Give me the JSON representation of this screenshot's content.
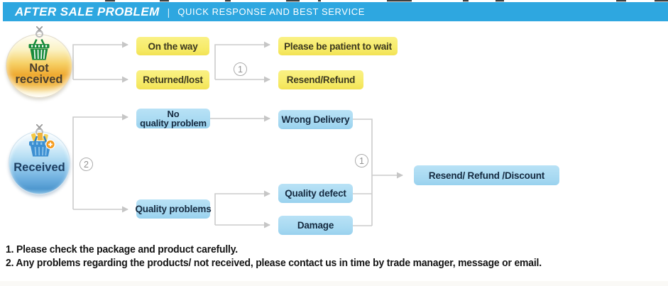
{
  "header": {
    "title": "AFTER SALE PROBLEM",
    "separator": "|",
    "subtitle": "QUICK RESPONSE AND BEST SERVICE"
  },
  "flow": {
    "not_received": {
      "label_line1": "Not",
      "label_line2": "received",
      "branch_number": "1",
      "on_the_way": "On the way",
      "returned_lost": "Returned/lost",
      "be_patient": "Please be patient to wait",
      "resend_refund": "Resend/Refund"
    },
    "received": {
      "label": "Received",
      "branch_number": "2",
      "merge_number": "1",
      "no_quality_line1": "No",
      "no_quality_line2": "quality problem",
      "quality_problems": "Quality problems",
      "wrong_delivery": "Wrong Delivery",
      "quality_defect": "Quality defect",
      "damage": "Damage",
      "resolution": "Resend/ Refund /Discount"
    }
  },
  "notes": [
    "1. Please check the package and product carefully.",
    "2. Any problems regarding the products/ not received, please contact us in time by trade manager, message or email."
  ],
  "colors": {
    "header_bar": "#2EA7E0",
    "yellow_box": "#F8EC6D",
    "blue_box": "#A9DCF3",
    "connector": "#CBCBCB"
  }
}
